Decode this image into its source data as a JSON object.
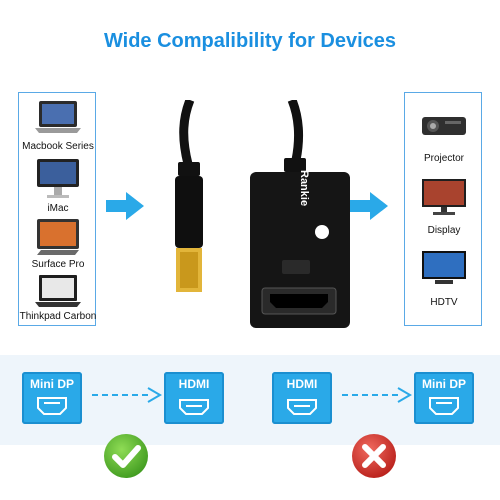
{
  "title": "Wide Compalibility for Devices",
  "sources": [
    {
      "label": "Macbook Series",
      "icon": "laptop-icon"
    },
    {
      "label": "iMac",
      "icon": "desktop-monitor-icon"
    },
    {
      "label": "Surface Pro",
      "icon": "tablet-icon"
    },
    {
      "label": "Thinkpad Carbon",
      "icon": "laptop-icon"
    }
  ],
  "displays": [
    {
      "label": "Projector",
      "icon": "projector-icon"
    },
    {
      "label": "Display",
      "icon": "monitor-icon"
    },
    {
      "label": "HDTV",
      "icon": "tv-icon"
    }
  ],
  "adapter": {
    "brand": "Rankie"
  },
  "flows": [
    {
      "from": "Mini DP",
      "to": "HDMI",
      "status": "supported"
    },
    {
      "from": "HDMI",
      "to": "Mini DP",
      "status": "not-supported"
    }
  ],
  "colors": {
    "accent": "#1a8fe0",
    "badge": "#2aa9e8",
    "ok": "#5cb531",
    "no": "#d9302b"
  }
}
